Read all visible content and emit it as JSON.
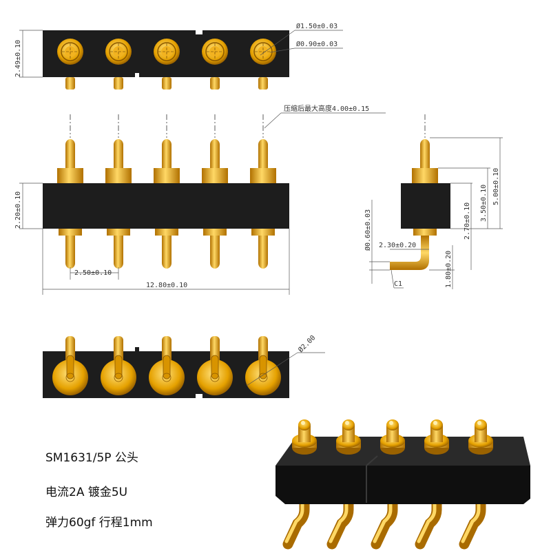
{
  "dimensions": {
    "head_dia": "Ø1.50±0.03",
    "pin_dia": "Ø0.90±0.03",
    "body_height_top": "2.49±0.10",
    "compressed_height": "压缩后最大高度4.00±0.15",
    "body_height_front": "2.20±0.10",
    "pitch": "2.50±0.10",
    "total_length": "12.80±0.10",
    "tail_dia": "Ø0.60±0.03",
    "tail_length": "2.30±0.20",
    "height_2_70": "2.70±0.10",
    "height_3_50": "3.50±0.10",
    "height_5_00": "5.00±0.10",
    "tail_offset": "1.80±0.20",
    "chamfer": "C1",
    "pad_dia": "Ø2.00"
  },
  "info": {
    "line1": "SM1631/5P 公头",
    "line2": "电流2A 镀金5U",
    "line3": "弹力60gf 行程1mm"
  },
  "colors": {
    "body": "#1d1d1d",
    "gold": "#e5a100",
    "gold_light": "#ffd865",
    "gold_dark": "#a96b00",
    "dim_line": "#555555"
  }
}
